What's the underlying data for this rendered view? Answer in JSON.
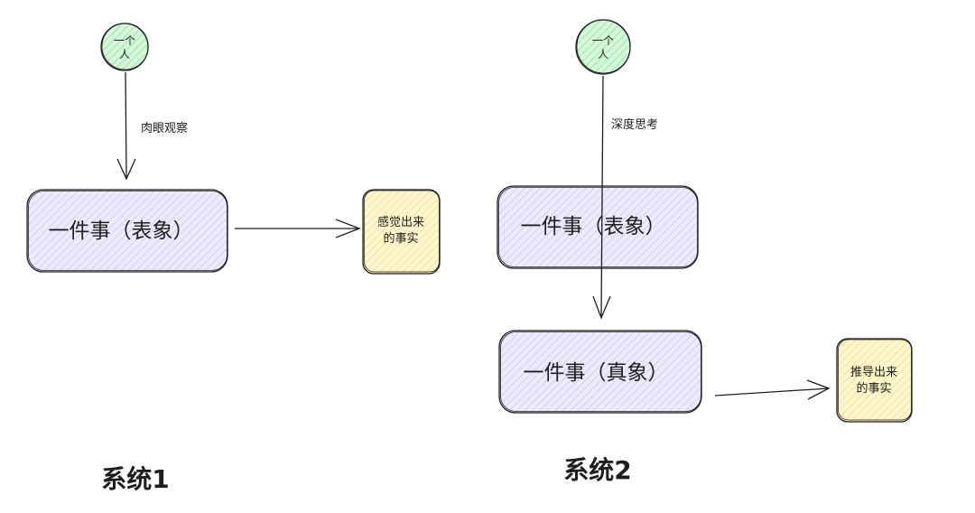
{
  "colors": {
    "stroke": "#1e1e1e",
    "person_fill": "#d3f9d8",
    "event_fill": "#e6e2fb",
    "fact_fill": "#fff3bf",
    "hatch_person": "#9fd8a8",
    "hatch_event": "#bfb5f0",
    "hatch_fact": "#f0dd8a"
  },
  "system1": {
    "person_line1": "一个",
    "person_line2": "人",
    "arrow_label": "肉眼观察",
    "event_label": "一件事（表象）",
    "fact_line1": "感觉出来",
    "fact_line2": "的事实",
    "title": "系统1"
  },
  "system2": {
    "person_line1": "一个",
    "person_line2": "人",
    "arrow_label": "深度思考",
    "surface_event_label": "一件事（表象）",
    "true_event_label": "一件事（真象）",
    "fact_line1": "推导出来",
    "fact_line2": "的事实",
    "title": "系统2"
  }
}
